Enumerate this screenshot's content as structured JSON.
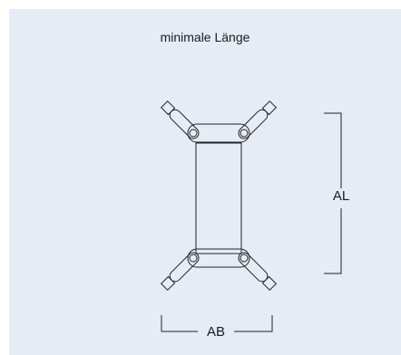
{
  "diagram": {
    "title": "minimale Länge",
    "length_label": "AL",
    "width_label": "AB",
    "colors": {
      "background": "#e6ecf6",
      "line": "#222222"
    }
  }
}
